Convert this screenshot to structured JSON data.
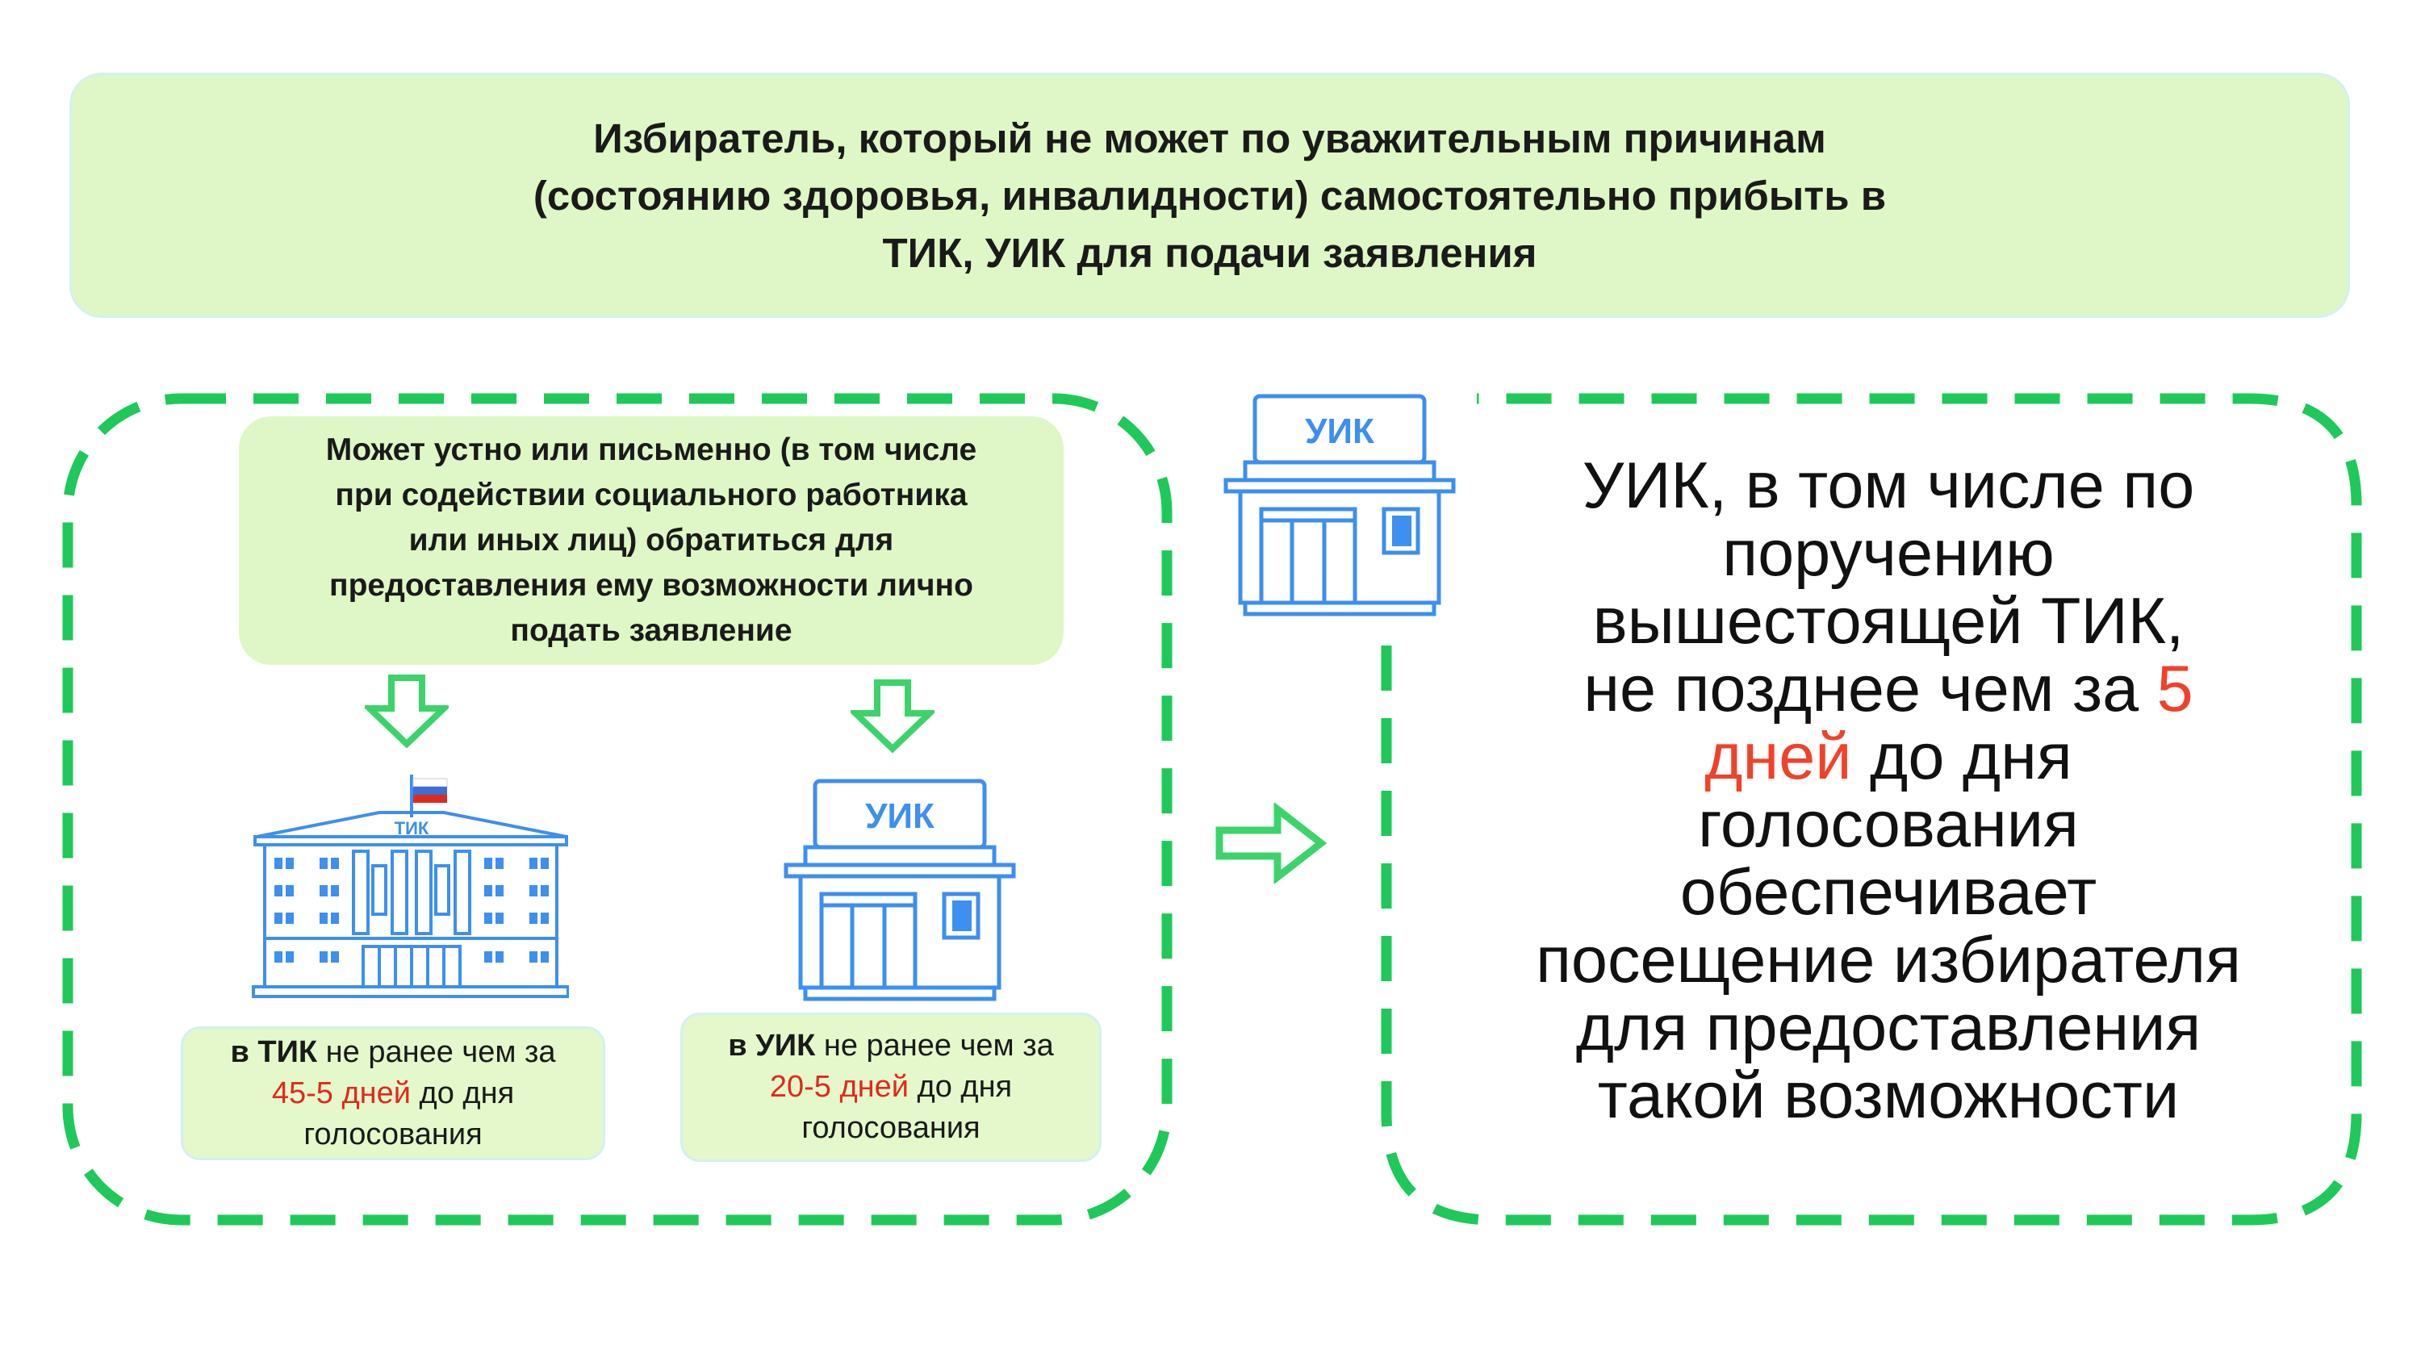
{
  "header": {
    "lines": [
      "Избиратель, который не может по уважительным причинам",
      "(состоянию здоровья, инвалидности) самостоятельно прибыть в",
      "ТИК, УИК для подачи заявления"
    ]
  },
  "info_box": {
    "lines": [
      "Может устно или письменно (в том числе",
      "при содействии социального работника",
      "или иных лиц) обратиться для",
      "предоставления ему возможности лично",
      "подать заявление"
    ]
  },
  "tik": {
    "sign": "ТИК",
    "prefix": "в ТИК",
    "line1_rest": " не ранее чем за",
    "days": "45-5 дней",
    "line2_rest": " до дня",
    "line3": "голосования"
  },
  "uik": {
    "sign": "УИК",
    "prefix": "в УИК",
    "line1_rest": " не ранее чем за",
    "days": "20-5 дней",
    "line2_rest": " до дня",
    "line3": "голосования"
  },
  "right_uik_sign": "УИК",
  "right_text": {
    "line1": "УИК, в том числе по",
    "line2": "поручению",
    "line3": "вышестоящей ТИК,",
    "line4_pre": "не позднее чем за ",
    "line4_red": "5",
    "line5_red": "дней",
    "line5_rest": " до дня",
    "line6": "голосования",
    "line7": "обеспечивает",
    "line8": "посещение избирателя",
    "line9": "для предоставления",
    "line10": "такой возможности"
  },
  "colors": {
    "dash_green": "#1ec95a",
    "arrow_green": "#3cd46a",
    "icon_blue": "#3d8ff0",
    "box_green": "#dff7c6",
    "accent_red": "#e02a1e"
  },
  "icons": [
    "tik-building-icon",
    "uik-building-icon",
    "down-arrow-icon",
    "right-arrow-icon",
    "flag-icon"
  ]
}
